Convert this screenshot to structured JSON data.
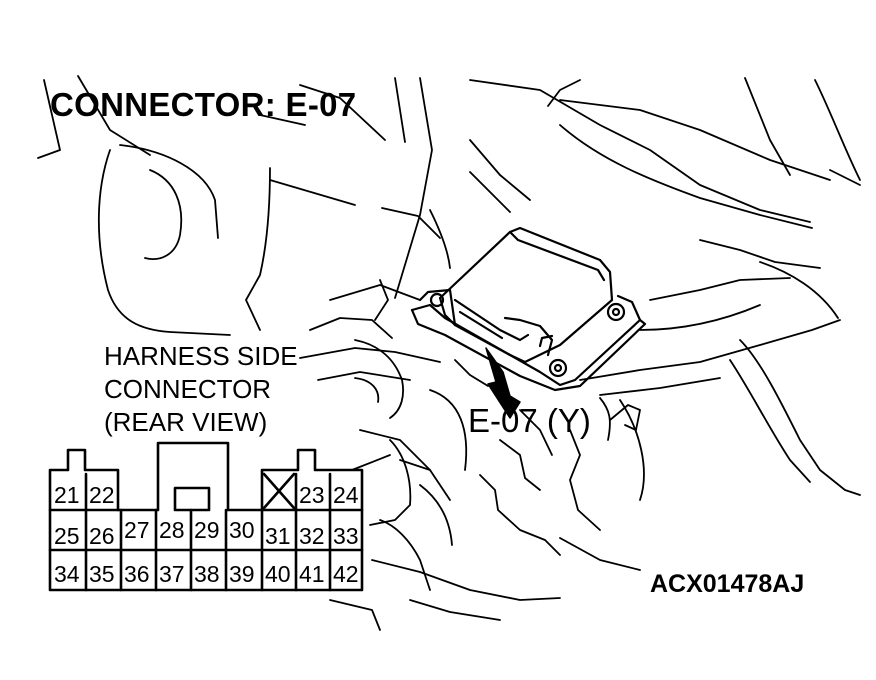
{
  "title": "CONNECTOR: E-07",
  "harness_label": {
    "line1": "HARNESS SIDE",
    "line2": "CONNECTOR",
    "line3": "(REAR VIEW)"
  },
  "callout": "E-07 (Y)",
  "figure_id": "ACX01478AJ",
  "connector": {
    "row1_left": [
      "21",
      "22"
    ],
    "row1_right": [
      "23",
      "24"
    ],
    "row2": [
      "25",
      "26",
      "27",
      "28",
      "29",
      "30",
      "31",
      "32",
      "33"
    ],
    "row3": [
      "34",
      "35",
      "36",
      "37",
      "38",
      "39",
      "40",
      "41",
      "42"
    ]
  },
  "colors": {
    "line": "#000000",
    "background": "#ffffff"
  }
}
